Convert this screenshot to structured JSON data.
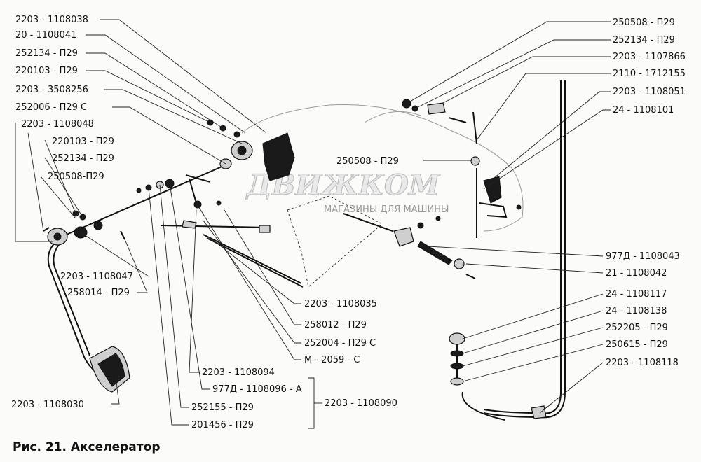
{
  "caption": "Рис. 21. Акселератор",
  "watermark": {
    "brand": "ДВИЖКОМ",
    "tagline": "МАГАЗИНЫ ДЛЯ МАШИНЫ"
  },
  "labels": {
    "l_2203_1108038": "2203 - 1108038",
    "l_20_1108041": "20 - 1108041",
    "l_252134_p29_a": "252134 - П29",
    "l_220103_p29_a": "220103 - П29",
    "l_2203_3508256": "2203 - 3508256",
    "l_252006_p29c": "252006 - П29 С",
    "l_2203_1108048": "2203 - 1108048",
    "l_220103_p29_b": "220103 - П29",
    "l_252134_p29_b": "252134 - П29",
    "l_250508_p29_a": "250508-П29",
    "l_2203_1108047": "2203 - 1108047",
    "l_258014_p29": "258014 - П29",
    "l_2203_1108030": "2203 - 1108030",
    "l_250508_p29_b": "250508 - П29",
    "l_252134_p29_c": "252134 - П29",
    "l_2203_1107866": "2203 - 1107866",
    "l_2110_1712155": "2110 - 1712155",
    "l_2203_1108051": "2203 - 1108051",
    "l_24_1108101": "24 - 1108101",
    "l_250508_p29_c": "250508 - П29",
    "l_977d_1108043": "977Д - 1108043",
    "l_21_1108042": "21 - 1108042",
    "l_24_1108117": "24 - 1108117",
    "l_24_1108138": "24 - 1108138",
    "l_252205_p29": "252205 - П29",
    "l_250615_p29": "250615 - П29",
    "l_2203_1108118": "2203 - 1108118",
    "l_2203_1108035": "2203 - 1108035",
    "l_258012_p29": "258012 - П29",
    "l_252004_p29c": "252004 - П29 С",
    "l_m_2059_c": "М - 2059 - С",
    "l_2203_1108094": "2203 - 1108094",
    "l_977d_1108096_a": "977Д - 1108096 - А",
    "l_252155_p29": "252155 - П29",
    "l_201456_p29": "201456 - П29",
    "l_2203_1108090": "2203 - 1108090"
  }
}
